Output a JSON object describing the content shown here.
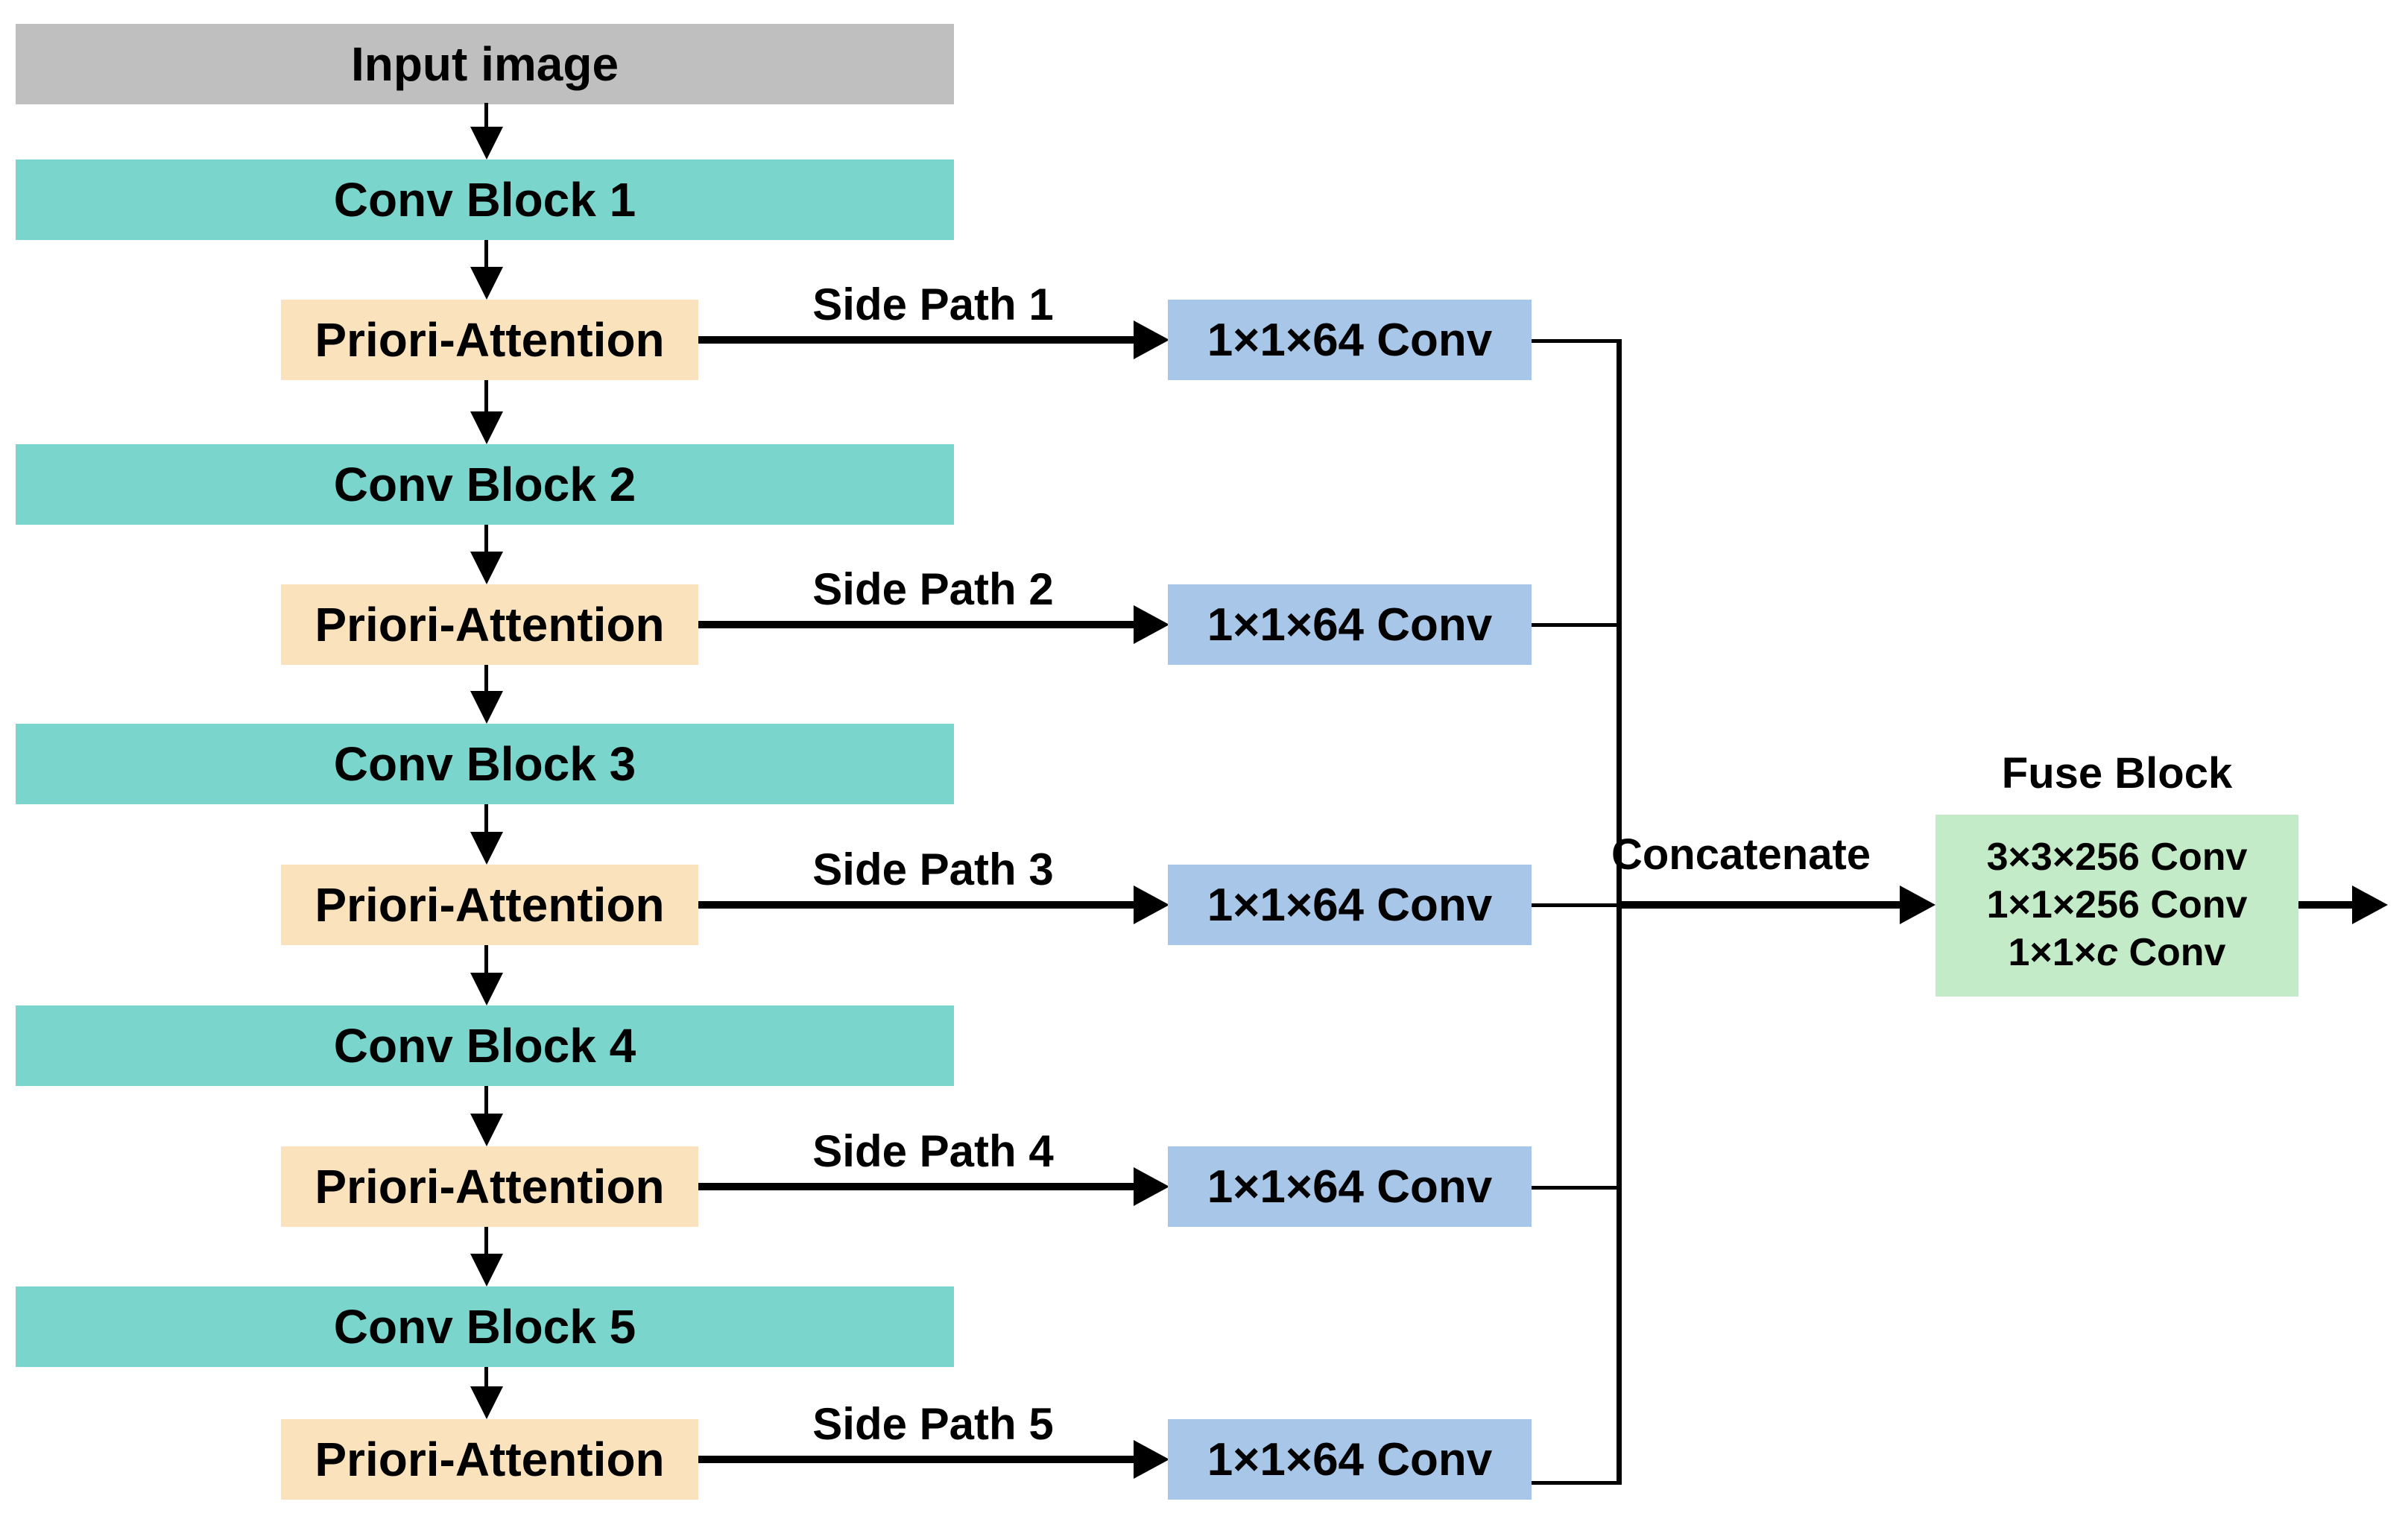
{
  "input": {
    "label": "Input image"
  },
  "rows": [
    {
      "conv": "Conv Block 1",
      "attention": "Priori-Attention",
      "side_path": "Side Path 1",
      "side_conv": "1×1×64 Conv"
    },
    {
      "conv": "Conv Block 2",
      "attention": "Priori-Attention",
      "side_path": "Side Path 2",
      "side_conv": "1×1×64 Conv"
    },
    {
      "conv": "Conv Block 3",
      "attention": "Priori-Attention",
      "side_path": "Side Path 3",
      "side_conv": "1×1×64 Conv"
    },
    {
      "conv": "Conv Block 4",
      "attention": "Priori-Attention",
      "side_path": "Side Path 4",
      "side_conv": "1×1×64 Conv"
    },
    {
      "conv": "Conv Block 5",
      "attention": "Priori-Attention",
      "side_path": "Side Path 5",
      "side_conv": "1×1×64 Conv"
    }
  ],
  "concatenate": {
    "label": "Concatenate"
  },
  "fuse": {
    "title": "Fuse Block",
    "line1": "3×3×256 Conv",
    "line2": "1×1×256 Conv",
    "line3_prefix": "1×1×",
    "line3_var": "c",
    "line3_suffix": " Conv"
  },
  "colors": {
    "input_fill": "#BFBFBF",
    "conv_fill": "#7AD5CD",
    "attention_fill": "#FAE2BC",
    "side_conv_fill": "#A8C6E8",
    "fuse_fill": "#C4EBC7",
    "line_color": "#000000"
  }
}
